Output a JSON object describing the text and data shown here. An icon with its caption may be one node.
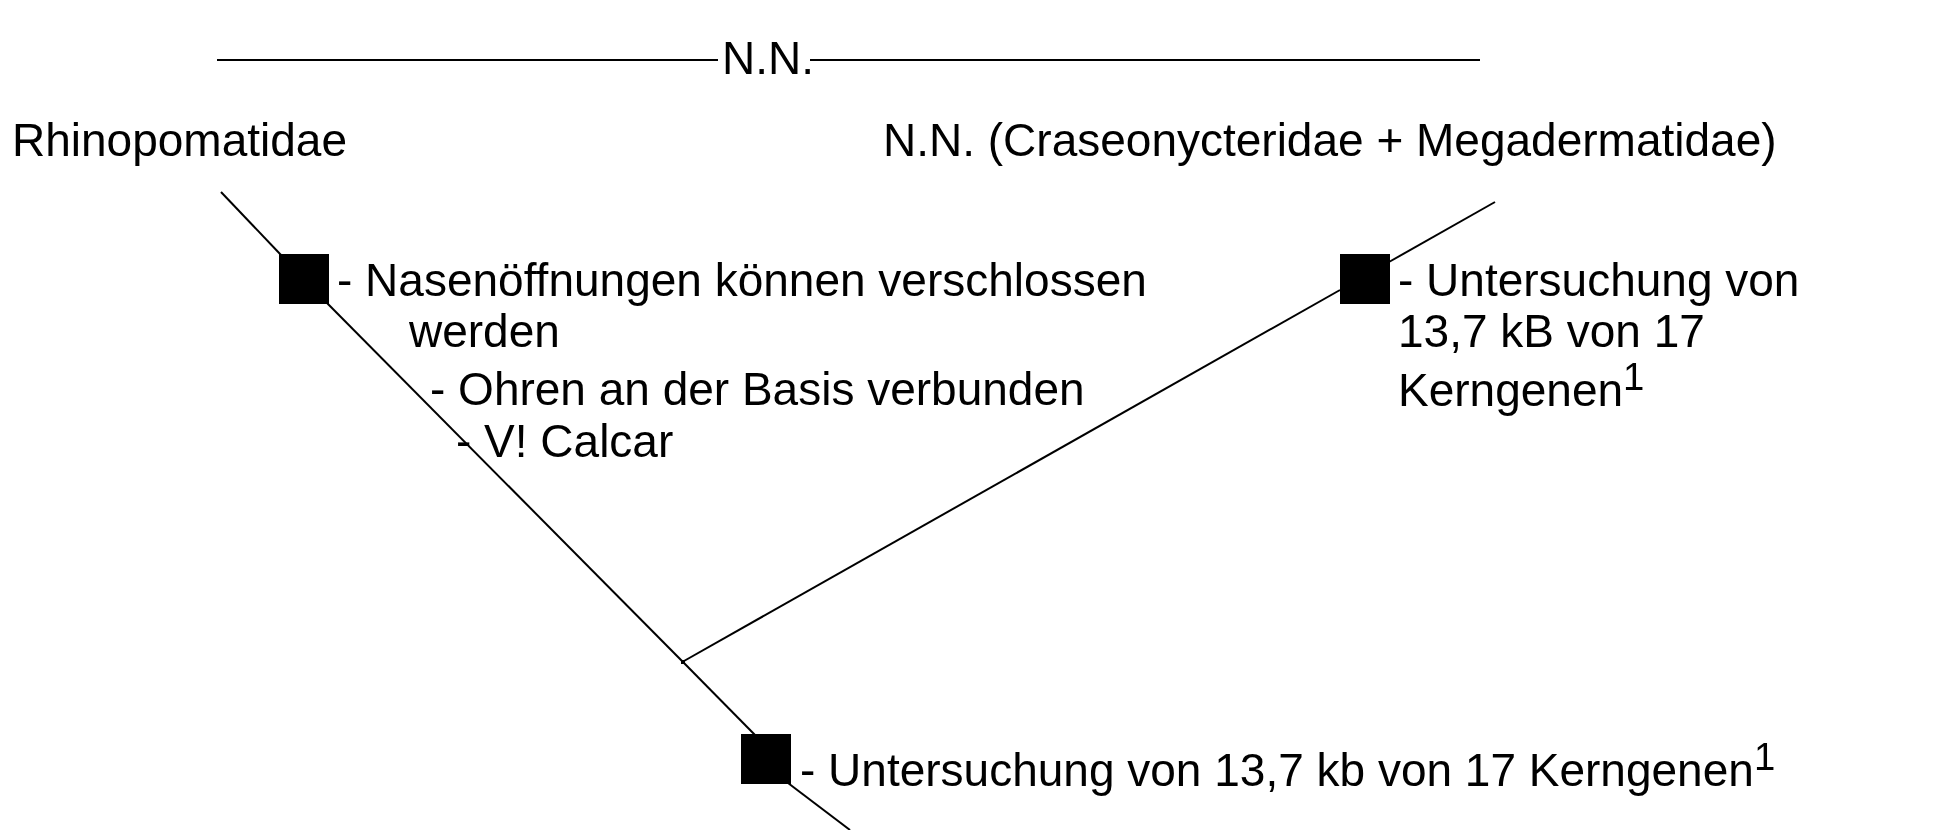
{
  "diagram": {
    "title": "N.N.",
    "nodes": [
      {
        "text": [
          "Rhinopomatidae"
        ]
      },
      {
        "text": [
          "N.N. (Craseonycteridae + Megadermatidae)"
        ]
      },
      {
        "text": [
          "- Nasenöffnungen können verschlossen werden",
          "- Ohren an der Basis verbunden",
          "- V! Calcar"
        ]
      },
      {
        "text": [
          "- Untersuchung von 13,7 kB von 17 Kerngenen$^{1}$"
        ]
      },
      {
        "text": [],
        "shape": "point"
      },
      {
        "text": [
          "- Untersuchung von 13,7 kb von 17 Kerngenen$^{1}$"
        ]
      }
    ],
    "edges": [
      {
        "from": 0,
        "to": 2,
        "arrow": "none"
      },
      {
        "from": 2,
        "to": 4,
        "arrow": "none"
      },
      {
        "from": 1,
        "to": 3,
        "arrow": "none"
      },
      {
        "from": 3,
        "to": 4,
        "arrow": "none"
      },
      {
        "from": 4,
        "to": 5,
        "arrow": "none"
      },
      {
        "from": 5,
        "to": null,
        "arrow": "none"
      }
    ]
  }
}
